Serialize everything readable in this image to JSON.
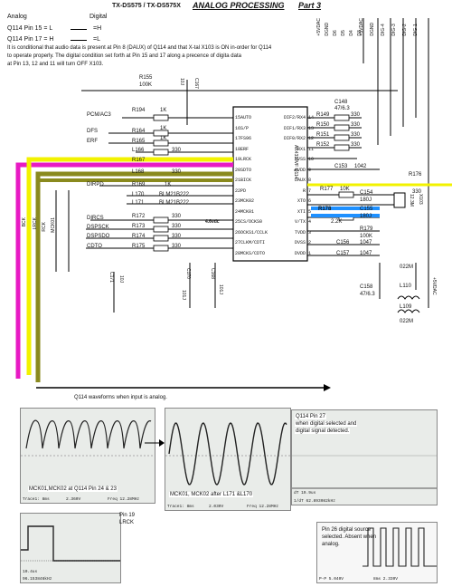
{
  "header": {
    "model": "TX-DS575 / TX-DS575X",
    "title": "ANALOG PROCESSING",
    "part": "Part 3",
    "analog": "Analog",
    "digital": "Digital",
    "q114_pin15": "Q114 Pin 15 = L",
    "pin15_val": "=H",
    "q114_pin17": "Q114 Pin 17 = H",
    "pin17_val": "=L",
    "note1": "It is conditional that audio data is present at Pin 8 (DAUX) of Q114 and that X-tal X103 is ON in-order for Q114",
    "note2": "to operate properly. The digital condition set forth at Pin 15 and 17 along a precence of digita data",
    "note3": "at Pin 13, 12 and 11 will turn OFF X103."
  },
  "connector": {
    "pins": [
      "+5VDAC",
      "DGND",
      "DIG-4",
      "DIG-3",
      "DIG-2",
      "DIG-1"
    ],
    "left_pins": [
      "+5VDAC",
      "DGND",
      "D6",
      "D5",
      "D4",
      "D3"
    ]
  },
  "ic": {
    "name": "AK4310VF Q114",
    "left_pins": [
      "15AUTO",
      "16S/P",
      "17FS96",
      "18ERF",
      "19LRCK",
      "20SDTO",
      "21BICK",
      "22PD",
      "23MCK02",
      "24MCK01",
      "25CS/OCKS0",
      "26OCKS1/CCLK",
      "27CLKM/CDTI",
      "28MCKS/CDTO"
    ],
    "right_pins": [
      "DIF2/RX4",
      "DIF1/RX3",
      "DIF0/RX2",
      "RX1",
      "AVSS",
      "AVDD",
      "DAUX",
      "R",
      "XTO",
      "XTI",
      "V/TX",
      "TVDD",
      "DVSS",
      "DVDD"
    ],
    "right_nums": [
      "14",
      "13",
      "12",
      "11",
      "10",
      "9",
      "8",
      "7",
      "6",
      "5",
      "4",
      "3",
      "2",
      "1"
    ]
  },
  "signals_left": [
    "PCM/AC3",
    "DFS",
    "ERF",
    "DIRPD",
    "DIRCS",
    "DSPSCK",
    "DSPSDO",
    "CDTO"
  ],
  "vertical_labels": [
    "MCK01",
    "BCK",
    "LRCK",
    "RCK"
  ],
  "components": {
    "r155": "R155",
    "r155v": "100K",
    "c167": "C167",
    "c167v": "10J",
    "r194": "R194",
    "r194v": "1K",
    "r164": "R164",
    "r165": "R165",
    "r1k": "1K",
    "l166": "L166",
    "r330": "330",
    "r167": "R167",
    "l168": "L168",
    "r169": "R169",
    "l170": "L170",
    "l171": "L171",
    "bead": "BLM21B222",
    "r172": "R172",
    "r173": "R173",
    "r174": "R174",
    "r175": "R175",
    "c170": "C170",
    "c168": "C168",
    "c171": "C171",
    "c10j": "10J",
    "c101j": "101J",
    "v46": "4.6vdc",
    "c148": "C148",
    "c148v": "47/6.3",
    "r149": "R149",
    "r150": "R150",
    "r151": "R151",
    "r152": "R152",
    "c153": "C153",
    "c153v": "1042",
    "r176": "R176",
    "r176v": "330",
    "r177": "R177",
    "r177v": "10K",
    "c154": "C154",
    "c180j": "180J",
    "c155": "C155",
    "r178": "R178",
    "r178v": "2.2K",
    "r179": "R179",
    "r179v": "100K",
    "c156": "C156",
    "c157": "C157",
    "c1047": "1047",
    "x103": "X103",
    "x103v": "12.3M",
    "l110": "L110",
    "l109": "L109",
    "l022m": "022M",
    "c158": "C158",
    "c158v": "47/6.3",
    "vdac": "+5VDAC"
  },
  "waveforms": {
    "caption": "Q114 waveforms when input is analog.",
    "s1_label": "MCK01,MCK02 at Q114 Pin 24 & 23",
    "s1_foot_a": "Trace1: 8ms",
    "s1_foot_b": "2.360V",
    "s1_foot_c": "Freq 12.28MHz",
    "s2_label": "MCK01, MCK02 after L171 &L170",
    "s2_foot_a": "Trace1: 8ms",
    "s2_foot_b": "2.030V",
    "s2_foot_c": "Freq 12.28MHz",
    "s3_label1": "Q114 Pin 27",
    "s3_label2": "when digital selected and",
    "s3_label3": "digital signal detected.",
    "s3_foot_a": "dT 19.9us",
    "s3_foot_b": "1/dT 62.893082kHz",
    "s4_label1": "Pin 19",
    "s4_label2": "LRCK",
    "s4_foot_a": "10.4us",
    "s4_foot_b": "96.153846kHz",
    "s5_label1": "Pin 26 digital source",
    "s5_label2": "selected. Absent when",
    "s5_label3": "analog.",
    "s5_foot_a": "P-P 5.040V",
    "s5_foot_b": "8ms 2.330V"
  },
  "colors": {
    "magenta": "#e81ac4",
    "yellow": "#f2f200",
    "olive": "#8a8a1e",
    "blue": "#1e90ff",
    "trace": "#222222"
  }
}
